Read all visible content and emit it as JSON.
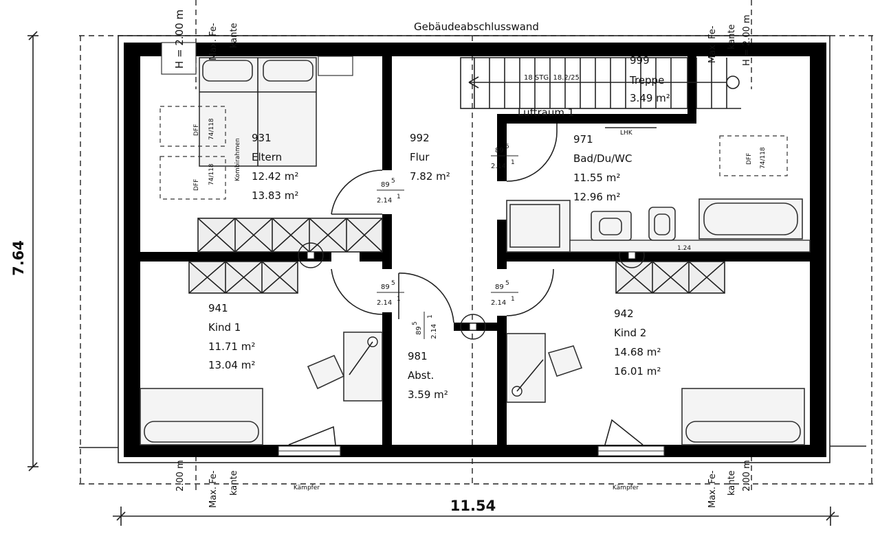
{
  "header": {
    "top_wall_label": "Gebäudeabschlusswand"
  },
  "dimensions": {
    "width": "11.54",
    "height": "7.64"
  },
  "rooms": [
    {
      "number": "931",
      "name": "Eltern",
      "area_net": "12.42 m²",
      "area_gross": "13.83 m²"
    },
    {
      "number": "992",
      "name": "Flur",
      "area_net": "7.82 m²"
    },
    {
      "number": "971",
      "name": "Bad/Du/WC",
      "area_net": "11.55 m²",
      "area_gross": "12.96 m²"
    },
    {
      "number": "941",
      "name": "Kind 1",
      "area_net": "11.71 m²",
      "area_gross": "13.04 m²"
    },
    {
      "number": "981",
      "name": "Abst.",
      "area_net": "3.59 m²"
    },
    {
      "number": "942",
      "name": "Kind 2",
      "area_net": "14.68 m²",
      "area_gross": "16.01 m²"
    }
  ],
  "stair": {
    "number": "999",
    "name": "Treppe",
    "area": "3.49 m²",
    "steps": "18 STG. 18.2/25",
    "void": "Luftraum 1"
  },
  "labels": {
    "h_200_left": "H = 2.00 m",
    "h_200_right": "H = 2.00 m",
    "max_fe_a": "Max. Fe-",
    "max_fe_b": "kante",
    "dim_200": "2.00 m",
    "dff": "DFF",
    "dff_size": "74/118",
    "kombirahmen": "Kombirahmen",
    "kampfer": "Kämpfer",
    "lhk": "LHK",
    "bath_dim": "1.24",
    "door_w": "89",
    "door_w_sup": "5",
    "door_h": "2.14",
    "door_h_sup": "1"
  }
}
